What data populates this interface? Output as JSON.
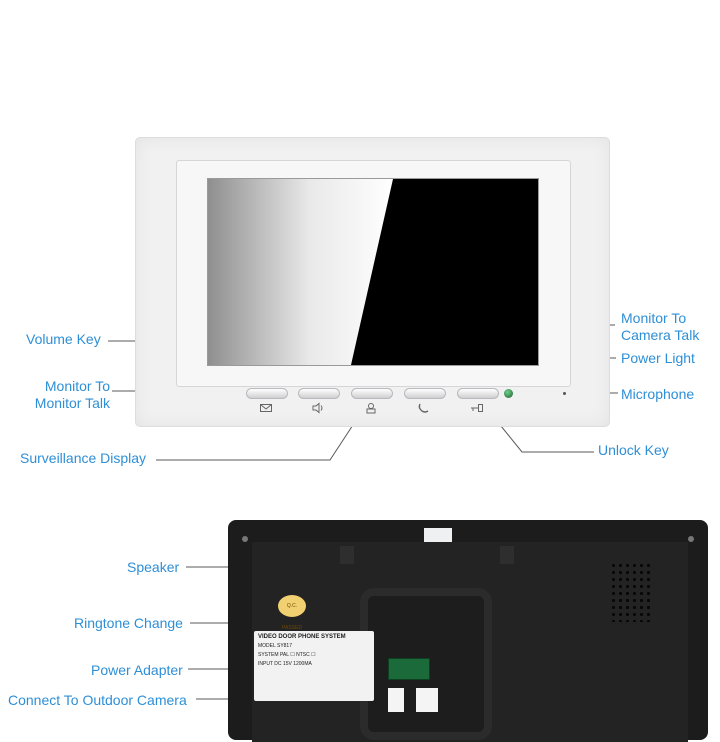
{
  "front_labels": {
    "volume_key": "Volume Key",
    "monitor_to_monitor_talk_line1": "Monitor To",
    "monitor_to_monitor_talk_line2": "Monitor Talk",
    "surveillance_display": "Surveillance Display",
    "monitor_to_camera_talk_line1": "Monitor To",
    "monitor_to_camera_talk_line2": "Camera Talk",
    "power_light": "Power Light",
    "microphone": "Microphone",
    "unlock_key": "Unlock Key"
  },
  "back_labels": {
    "speaker": "Speaker",
    "ringtone_change": "Ringtone Change",
    "power_adapter": "Power Adapter",
    "connect_to_outdoor_camera": "Connect To Outdoor Camera"
  },
  "sticker": {
    "title": "VIDEO DOOR PHONE SYSTEM",
    "model": "MODEL  SY817",
    "system": "SYSTEM  PAL ☐    NTSC ☐",
    "input": "INPUT  DC 15V    1200MA",
    "qc": "Q.C. PASSED"
  },
  "colors": {
    "callout": "#2e8fd6",
    "power_light": "#2f8a47"
  },
  "icons": {
    "key1": "envelope-icon",
    "key2": "speaker-volume-icon",
    "key3": "surveillance-icon",
    "key4": "handset-icon",
    "key5": "key-icon"
  }
}
